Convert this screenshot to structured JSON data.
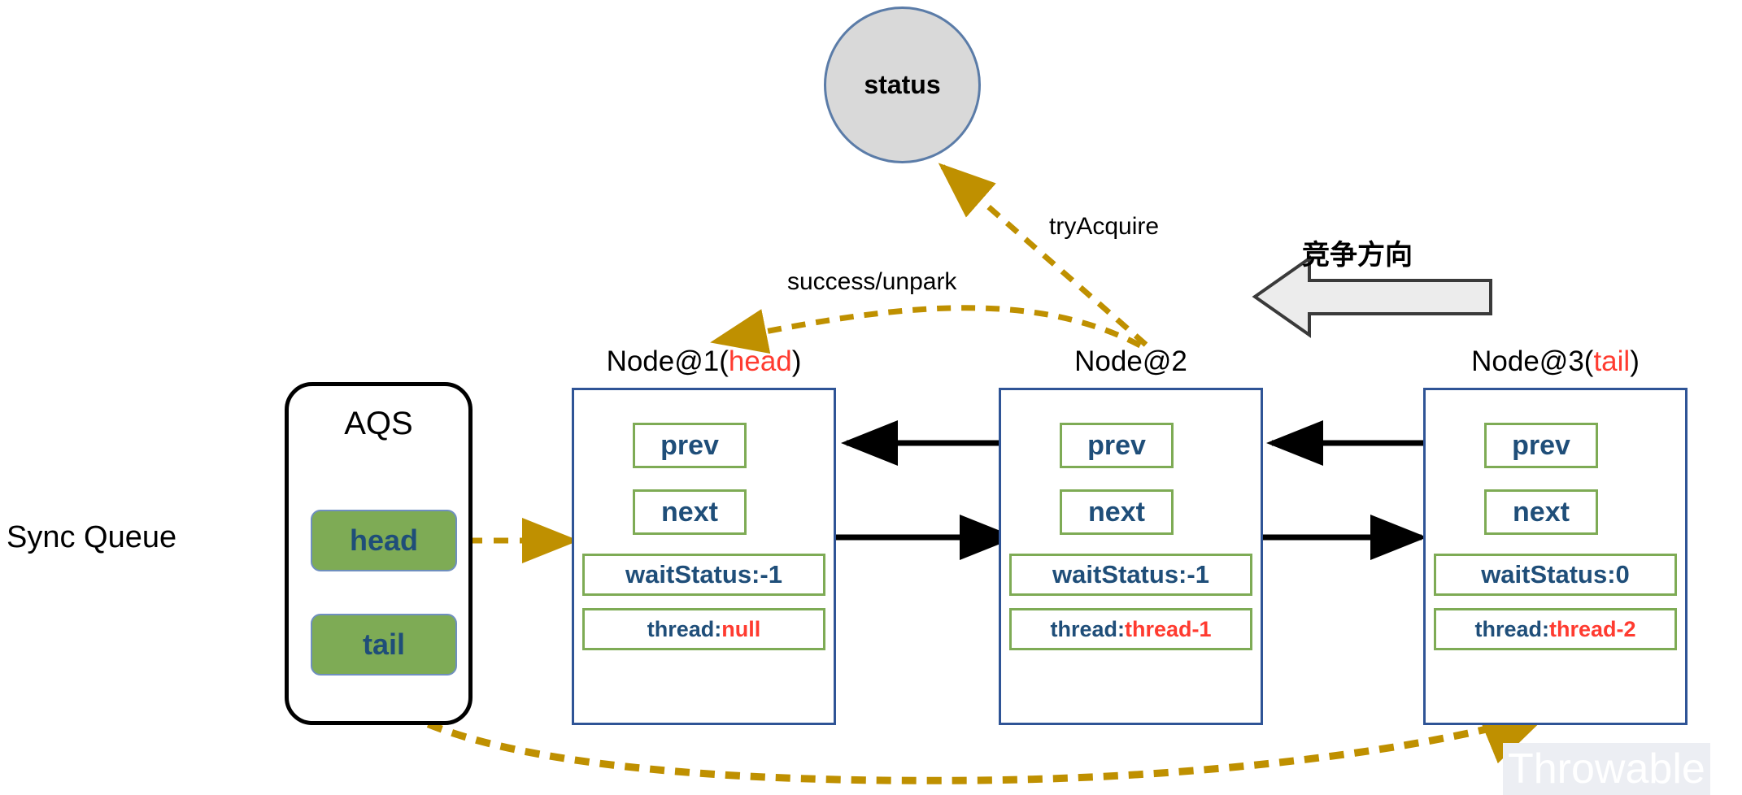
{
  "diagram": {
    "sync_queue_label": "Sync Queue",
    "watermark": "Throwable",
    "competition_direction_label": "竞争方向",
    "status_node": {
      "label": "status"
    },
    "aqs": {
      "title": "AQS",
      "fields": [
        {
          "name": "head",
          "label": "head"
        },
        {
          "name": "tail",
          "label": "tail"
        }
      ]
    },
    "edge_labels": {
      "try_acquire": "tryAcquire",
      "success_unpark": "success/unpark"
    },
    "nodes": [
      {
        "title_main": "Node@1(",
        "title_tag": "head",
        "title_close": ")",
        "prev": "prev",
        "next": "next",
        "wait_status_key": "waitStatus: ",
        "wait_status_value": "-1",
        "thread_key": "thread: ",
        "thread_value": "null"
      },
      {
        "title_main": "Node@2",
        "title_tag": "",
        "title_close": "",
        "prev": "prev",
        "next": "next",
        "wait_status_key": "waitStatus: ",
        "wait_status_value": "-1",
        "thread_key": "thread: ",
        "thread_value": "thread-1"
      },
      {
        "title_main": "Node@3(",
        "title_tag": "tail",
        "title_close": ")",
        "prev": "prev",
        "next": "next",
        "wait_status_key": "waitStatus: ",
        "wait_status_value": "0",
        "thread_key": "thread: ",
        "thread_value": "thread-2"
      }
    ],
    "colors": {
      "node_border": "#2f5496",
      "field_border": "#7eab55",
      "field_text": "#1f4e79",
      "accent_red": "#ff3b30",
      "dashed_gold": "#bf9000",
      "aqs_field_fill": "#7eab55",
      "status_fill": "#d9d9d9",
      "status_border": "#5b7ca8",
      "block_arrow_fill": "#ececec"
    }
  }
}
